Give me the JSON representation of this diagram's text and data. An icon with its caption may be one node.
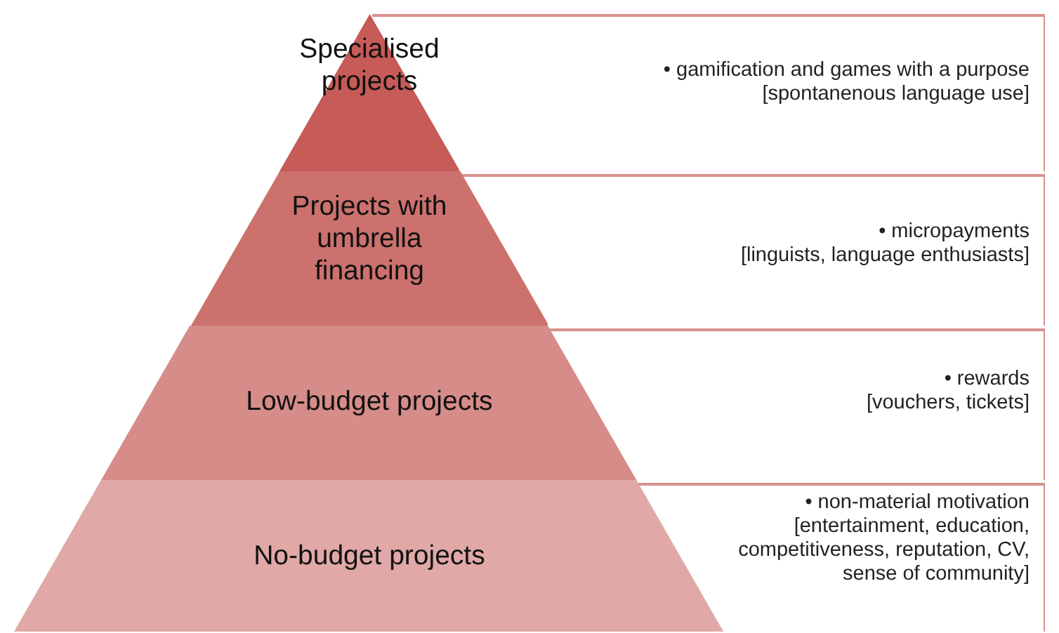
{
  "diagram": {
    "nodes": [
      {
        "text": [
          "Specialised projects"
        ]
      },
      {
        "text": [
          "• gamification and games with a purpose",
          "[spontanenous language use]"
        ]
      },
      {
        "text": [
          "Projects with umbrella financing"
        ]
      },
      {
        "text": [
          "• micropayments",
          "[linguists, language enthusiasts]"
        ]
      },
      {
        "text": [
          "Low-budget projects"
        ]
      },
      {
        "text": [
          "• rewards",
          "[vouchers, tickets]"
        ]
      },
      {
        "text": [
          "No-budget projects"
        ]
      },
      {
        "text": [
          "• non-material motivation",
          "[entertainment, education, competitiveness, reputation, CV, sense of community]"
        ]
      }
    ]
  }
}
